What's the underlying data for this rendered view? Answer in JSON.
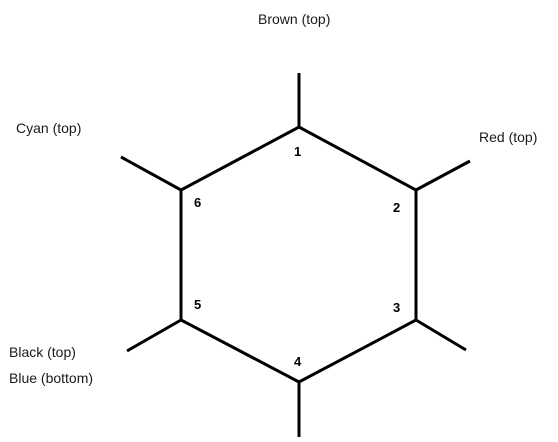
{
  "diagram": {
    "colors": {
      "line": "#000000",
      "text": "#1a1a1a"
    },
    "vertices": [
      {
        "number": "1"
      },
      {
        "number": "2"
      },
      {
        "number": "3"
      },
      {
        "number": "4"
      },
      {
        "number": "5"
      },
      {
        "number": "6"
      }
    ],
    "labels": {
      "v1": "Brown (top)",
      "v2": "Red (top)",
      "v6": "Cyan (top)",
      "v5_top": "Black (top)",
      "v5_bottom": "Blue (bottom)"
    }
  }
}
